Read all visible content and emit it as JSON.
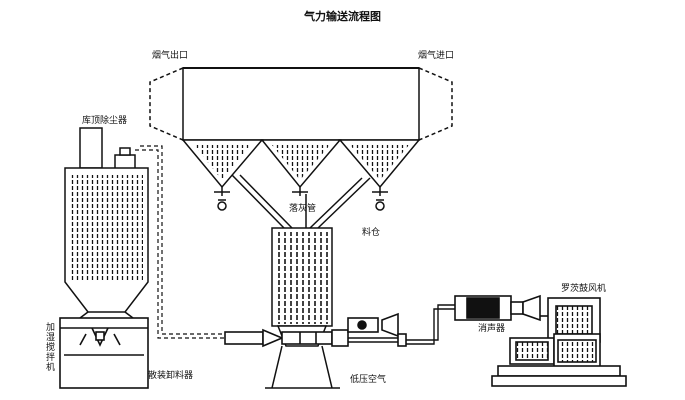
{
  "title": "气力输送流程图",
  "labels": {
    "flue_gas_outlet": "烟气出口",
    "flue_gas_inlet": "烟气进口",
    "silo_top_dust_collector": "库顶除尘器",
    "drop_pipe": "落灰管",
    "hopper": "料仓",
    "humidifying_mixer": "加湿搅拌机",
    "bulk_unloader": "散装卸料器",
    "low_pressure_air": "低压空气",
    "silencer": "消声器",
    "roots_blower": "罗茨鼓风机"
  }
}
